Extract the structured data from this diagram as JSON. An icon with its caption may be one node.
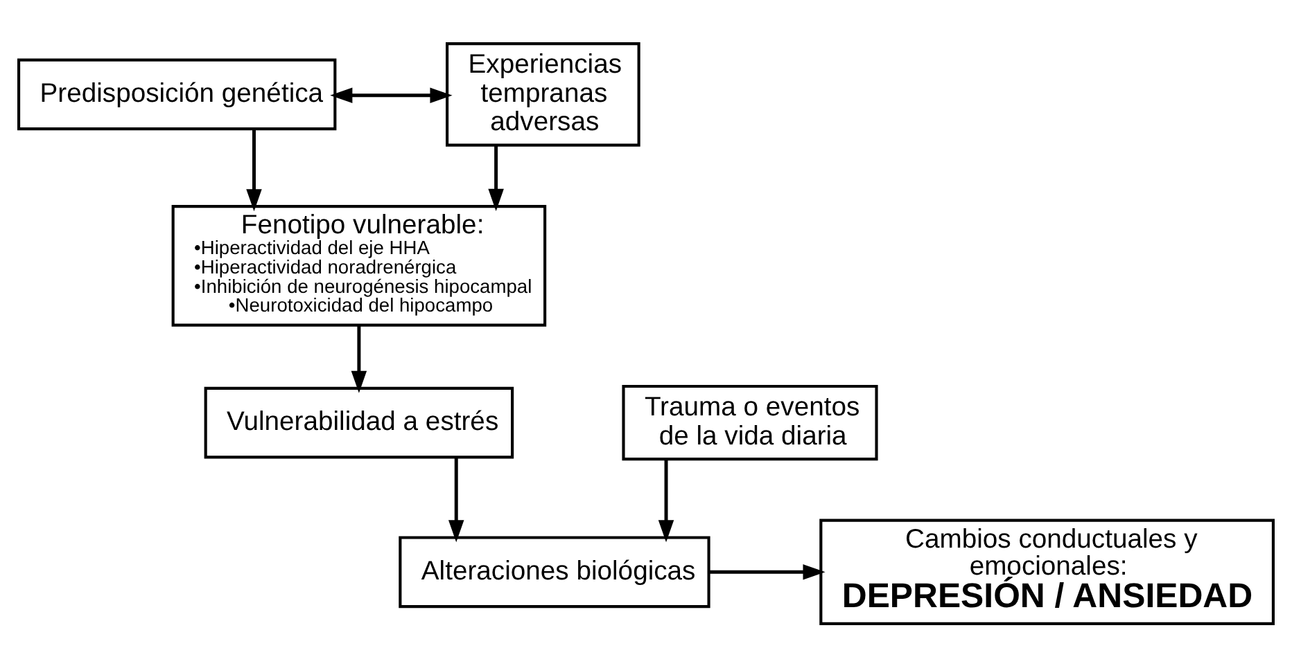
{
  "diagram": {
    "nodes": [
      {
        "text": [
          "Predisposición genética"
        ]
      },
      {
        "text": [
          "Experiencias tempranas adversas"
        ]
      },
      {
        "text": [
          "Fenotipo vulnerable:",
          "•Hiperactividad del eje HHA",
          "•Hiperactividad noradrenérgica",
          "•Inhibición de neurogénesis hipocampal",
          "•Neurotoxicidad del hipocampo"
        ]
      },
      {
        "text": [
          "Vulnerabilidad a estrés"
        ]
      },
      {
        "text": [
          "Trauma o eventos de la vida diaria"
        ]
      },
      {
        "text": [
          "Alteraciones biológicas"
        ]
      },
      {
        "text": [
          "Cambios conductuales y emocionales:",
          "DEPRESIÓN / ANSIEDAD"
        ]
      }
    ],
    "edges": [
      {
        "from": 0,
        "to": 1,
        "arrow": "both"
      },
      {
        "from": 0,
        "to": 2,
        "arrow": "to"
      },
      {
        "from": 1,
        "to": 2,
        "arrow": "to"
      },
      {
        "from": 2,
        "to": 3,
        "arrow": "to"
      },
      {
        "from": 3,
        "to": 5,
        "arrow": "to"
      },
      {
        "from": 4,
        "to": 5,
        "arrow": "to"
      },
      {
        "from": 5,
        "to": 6,
        "arrow": "to"
      }
    ]
  }
}
